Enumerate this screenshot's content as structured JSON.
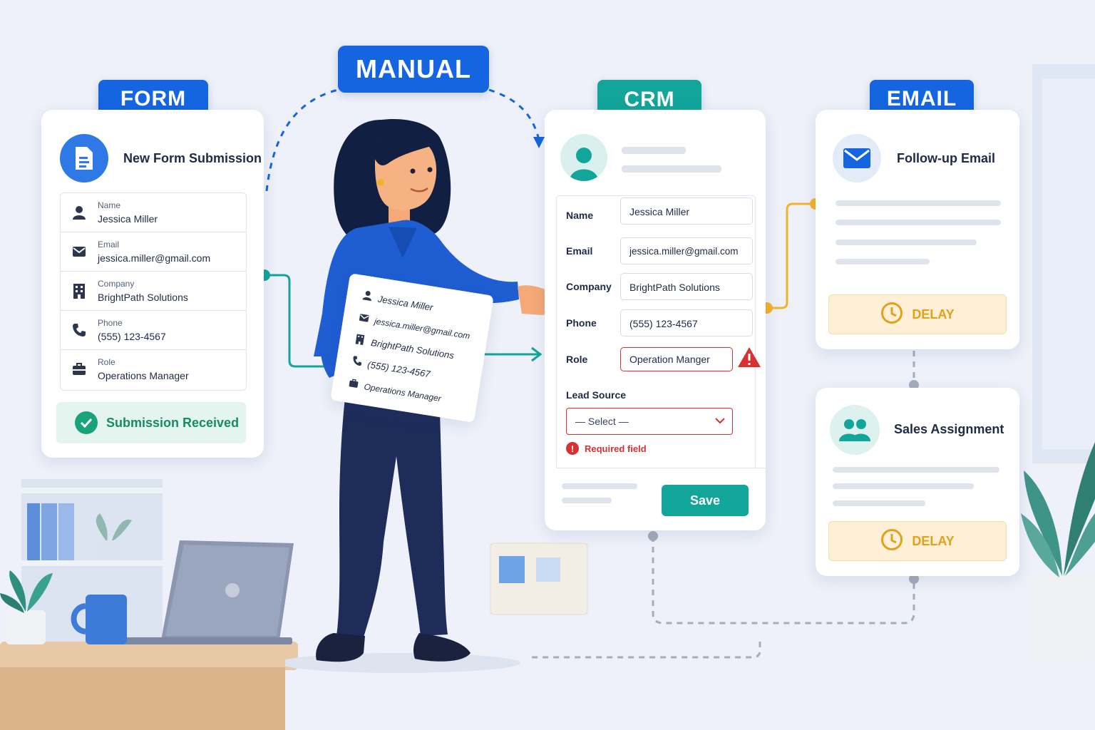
{
  "stages": {
    "form": "FORM",
    "manual": "MANUAL",
    "crm": "CRM",
    "email": "EMAIL"
  },
  "form_card": {
    "title": "New Form Submission",
    "fields": [
      {
        "label": "Name",
        "value": "Jessica Miller",
        "icon": "person-icon"
      },
      {
        "label": "Email",
        "value": "jessica.miller@gmail.com",
        "icon": "envelope-icon"
      },
      {
        "label": "Company",
        "value": "BrightPath Solutions",
        "icon": "building-icon"
      },
      {
        "label": "Phone",
        "value": "(555) 123-4567",
        "icon": "phone-icon"
      },
      {
        "label": "Role",
        "value": "Operations Manager",
        "icon": "briefcase-icon"
      }
    ],
    "status": "Submission Received"
  },
  "held_card": {
    "lines": [
      "Jessica Miller",
      "jessica.miller@gmail.com",
      "BrightPath Solutions",
      "(555) 123-4567",
      "Operations Manager"
    ]
  },
  "crm_card": {
    "fields": [
      {
        "label": "Name",
        "value": "Jessica Miller"
      },
      {
        "label": "Email",
        "value": "jessica.miller@gmail.com"
      },
      {
        "label": "Company",
        "value": "BrightPath Solutions"
      },
      {
        "label": "Phone",
        "value": "(555) 123-4567"
      },
      {
        "label": "Role",
        "value": "Operation Manger"
      }
    ],
    "lead_source_label": "Lead Source",
    "lead_source_value": "— Select —",
    "error_text": "Required field",
    "save_label": "Save"
  },
  "email_card": {
    "title": "Follow-up Email",
    "delay_label": "DELAY"
  },
  "sales_card": {
    "title": "Sales Assignment",
    "delay_label": "DELAY"
  },
  "colors": {
    "primary_blue": "#1565e0",
    "teal": "#12a59a",
    "warning_amber": "#e0a21a",
    "error_red": "#d93030",
    "success_green": "#1aa37a"
  }
}
